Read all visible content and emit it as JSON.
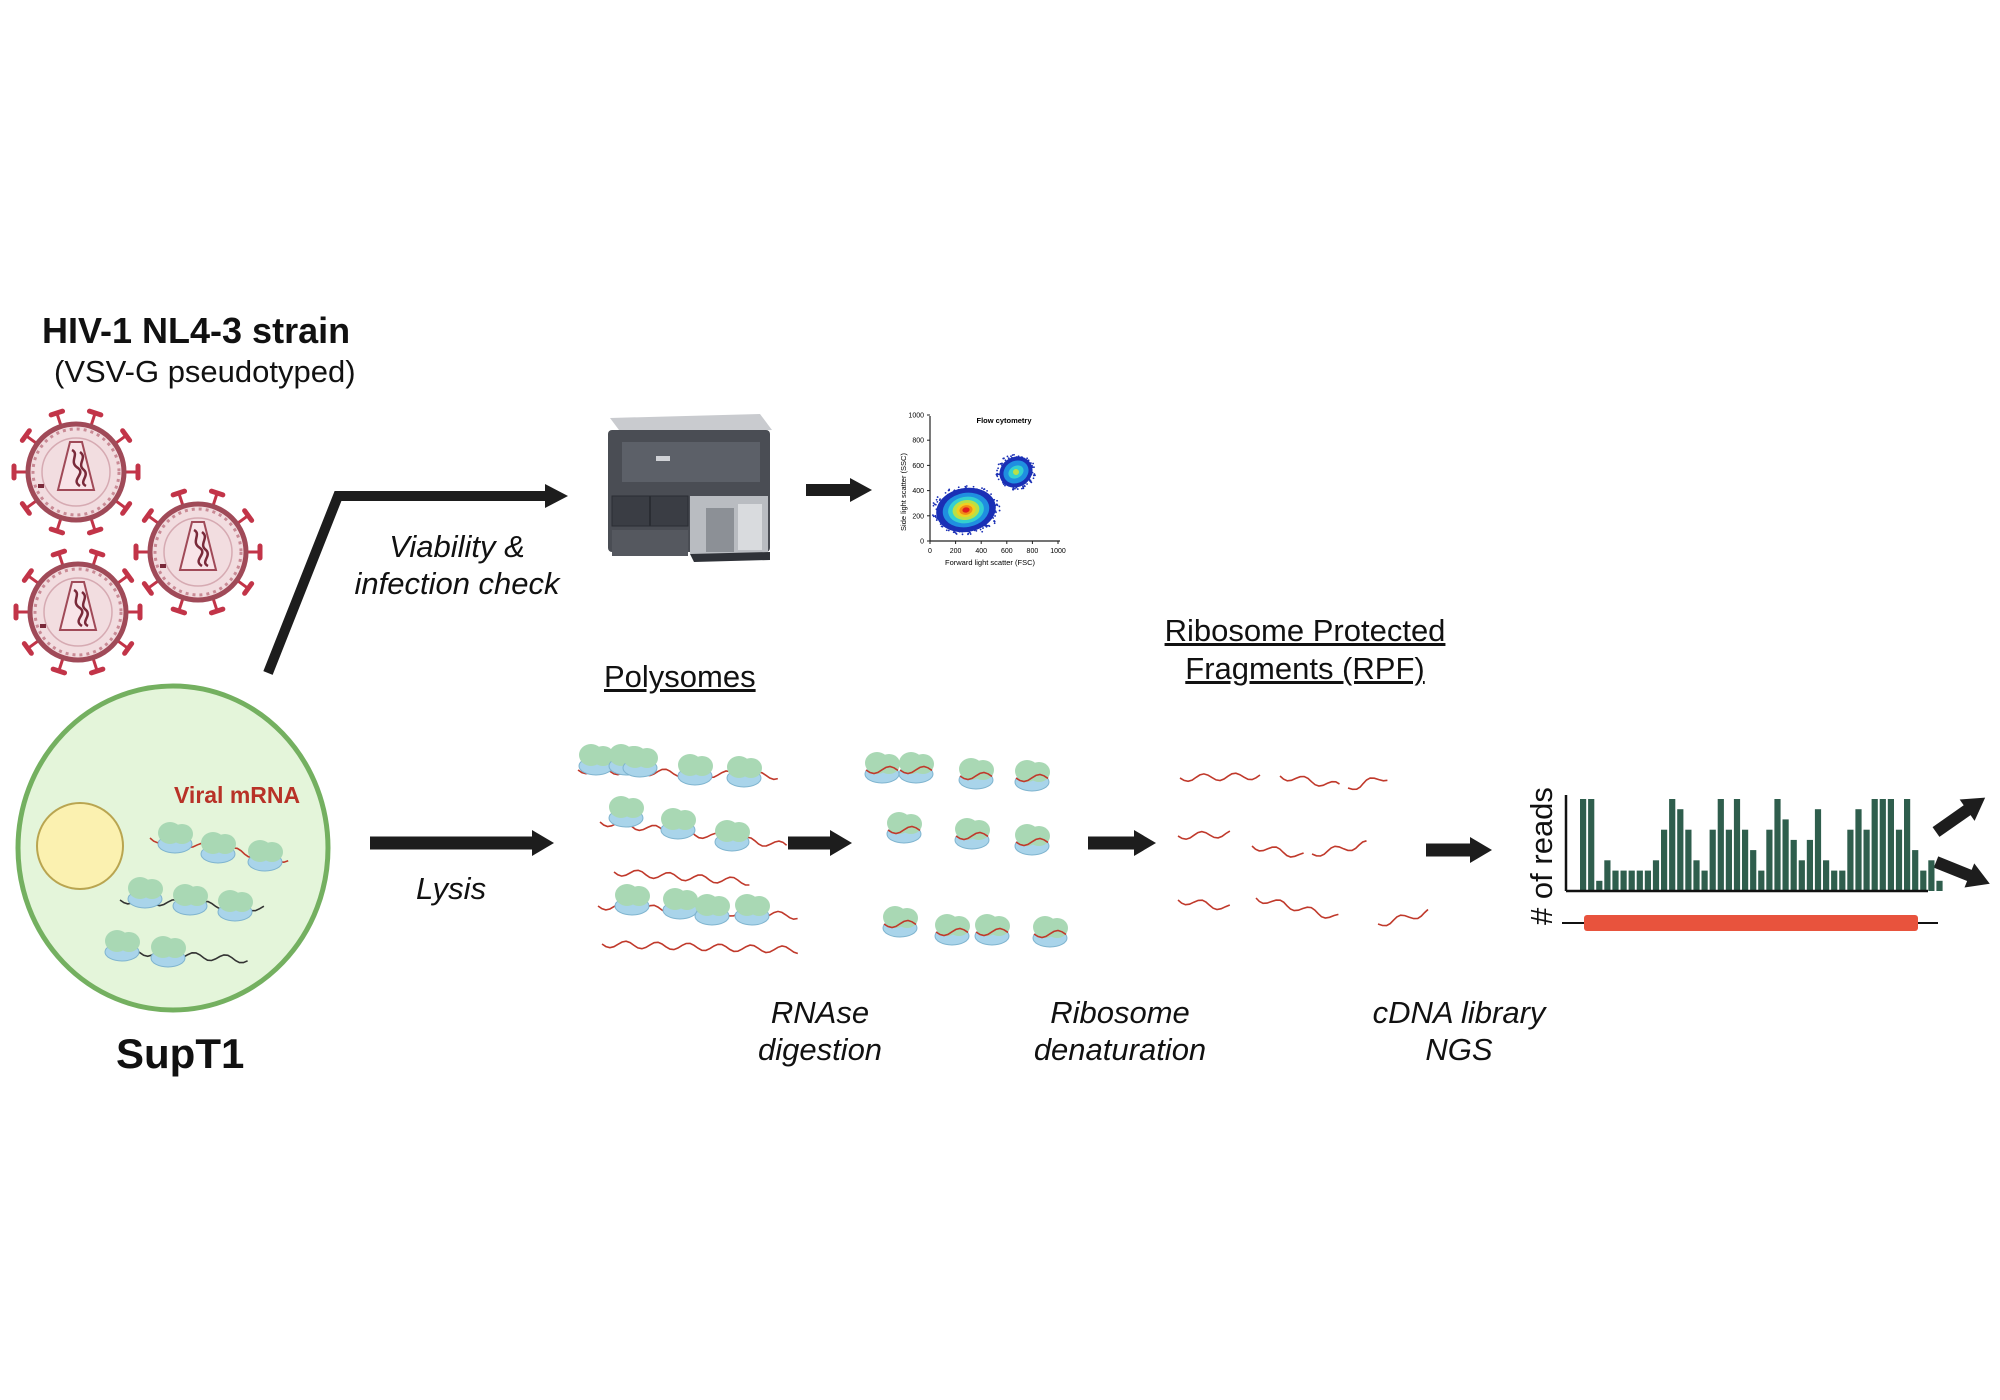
{
  "virus": {
    "title": "HIV-1 NL4-3 strain",
    "subtitle": "(VSV-G pseudotyped)"
  },
  "cell": {
    "name": "SupT1",
    "mrna_label": "Viral mRNA"
  },
  "steps": {
    "viability_line1": "Viability &",
    "viability_line2": "infection check",
    "lysis": "Lysis",
    "polysomes": "Polysomes",
    "rnase_line1": "RNAse",
    "rnase_line2": "digestion",
    "denature_line1": "Ribosome",
    "denature_line2": "denaturation",
    "rpf_line1": "Ribosome Protected ",
    "rpf_line2": "Fragments (RPF)",
    "cdna_line1": "cDNA library",
    "cdna_line2": "NGS"
  },
  "flow_plot": {
    "title": "Flow cytometry",
    "xlabel": "Forward light scatter (FSC)",
    "ylabel": "Side light scatter (SSC)",
    "x_ticks": [
      "0",
      "200",
      "400",
      "600",
      "800",
      "1000"
    ],
    "y_ticks": [
      "0",
      "200",
      "400",
      "600",
      "800",
      "1000"
    ]
  },
  "reads_plot": {
    "ylabel": "# of reads",
    "bars": [
      9,
      9,
      1,
      3,
      2,
      2,
      2,
      2,
      2,
      3,
      6,
      9,
      8,
      6,
      3,
      2,
      6,
      9,
      6,
      9,
      6,
      4,
      2,
      6,
      9,
      7,
      5,
      3,
      5,
      8,
      3,
      2,
      2,
      6,
      8,
      6,
      9,
      9,
      9,
      6,
      9,
      4,
      2,
      3,
      1
    ]
  },
  "colors": {
    "virus_fill": "#f2dde0",
    "virus_edge": "#a04a58",
    "spike": "#c23448",
    "cell_fill": "#e4f5da",
    "cell_edge": "#74b060",
    "nucleus_fill": "#fbf1b0",
    "mrna_viral": "#c0392b",
    "mrna_host": "#333333",
    "ribo_large": "#a9d8b4",
    "ribo_small": "#a9d4ea",
    "bar": "#2f5e4d",
    "gene_bar": "#e8533d",
    "arrow": "#1d1d1d"
  }
}
